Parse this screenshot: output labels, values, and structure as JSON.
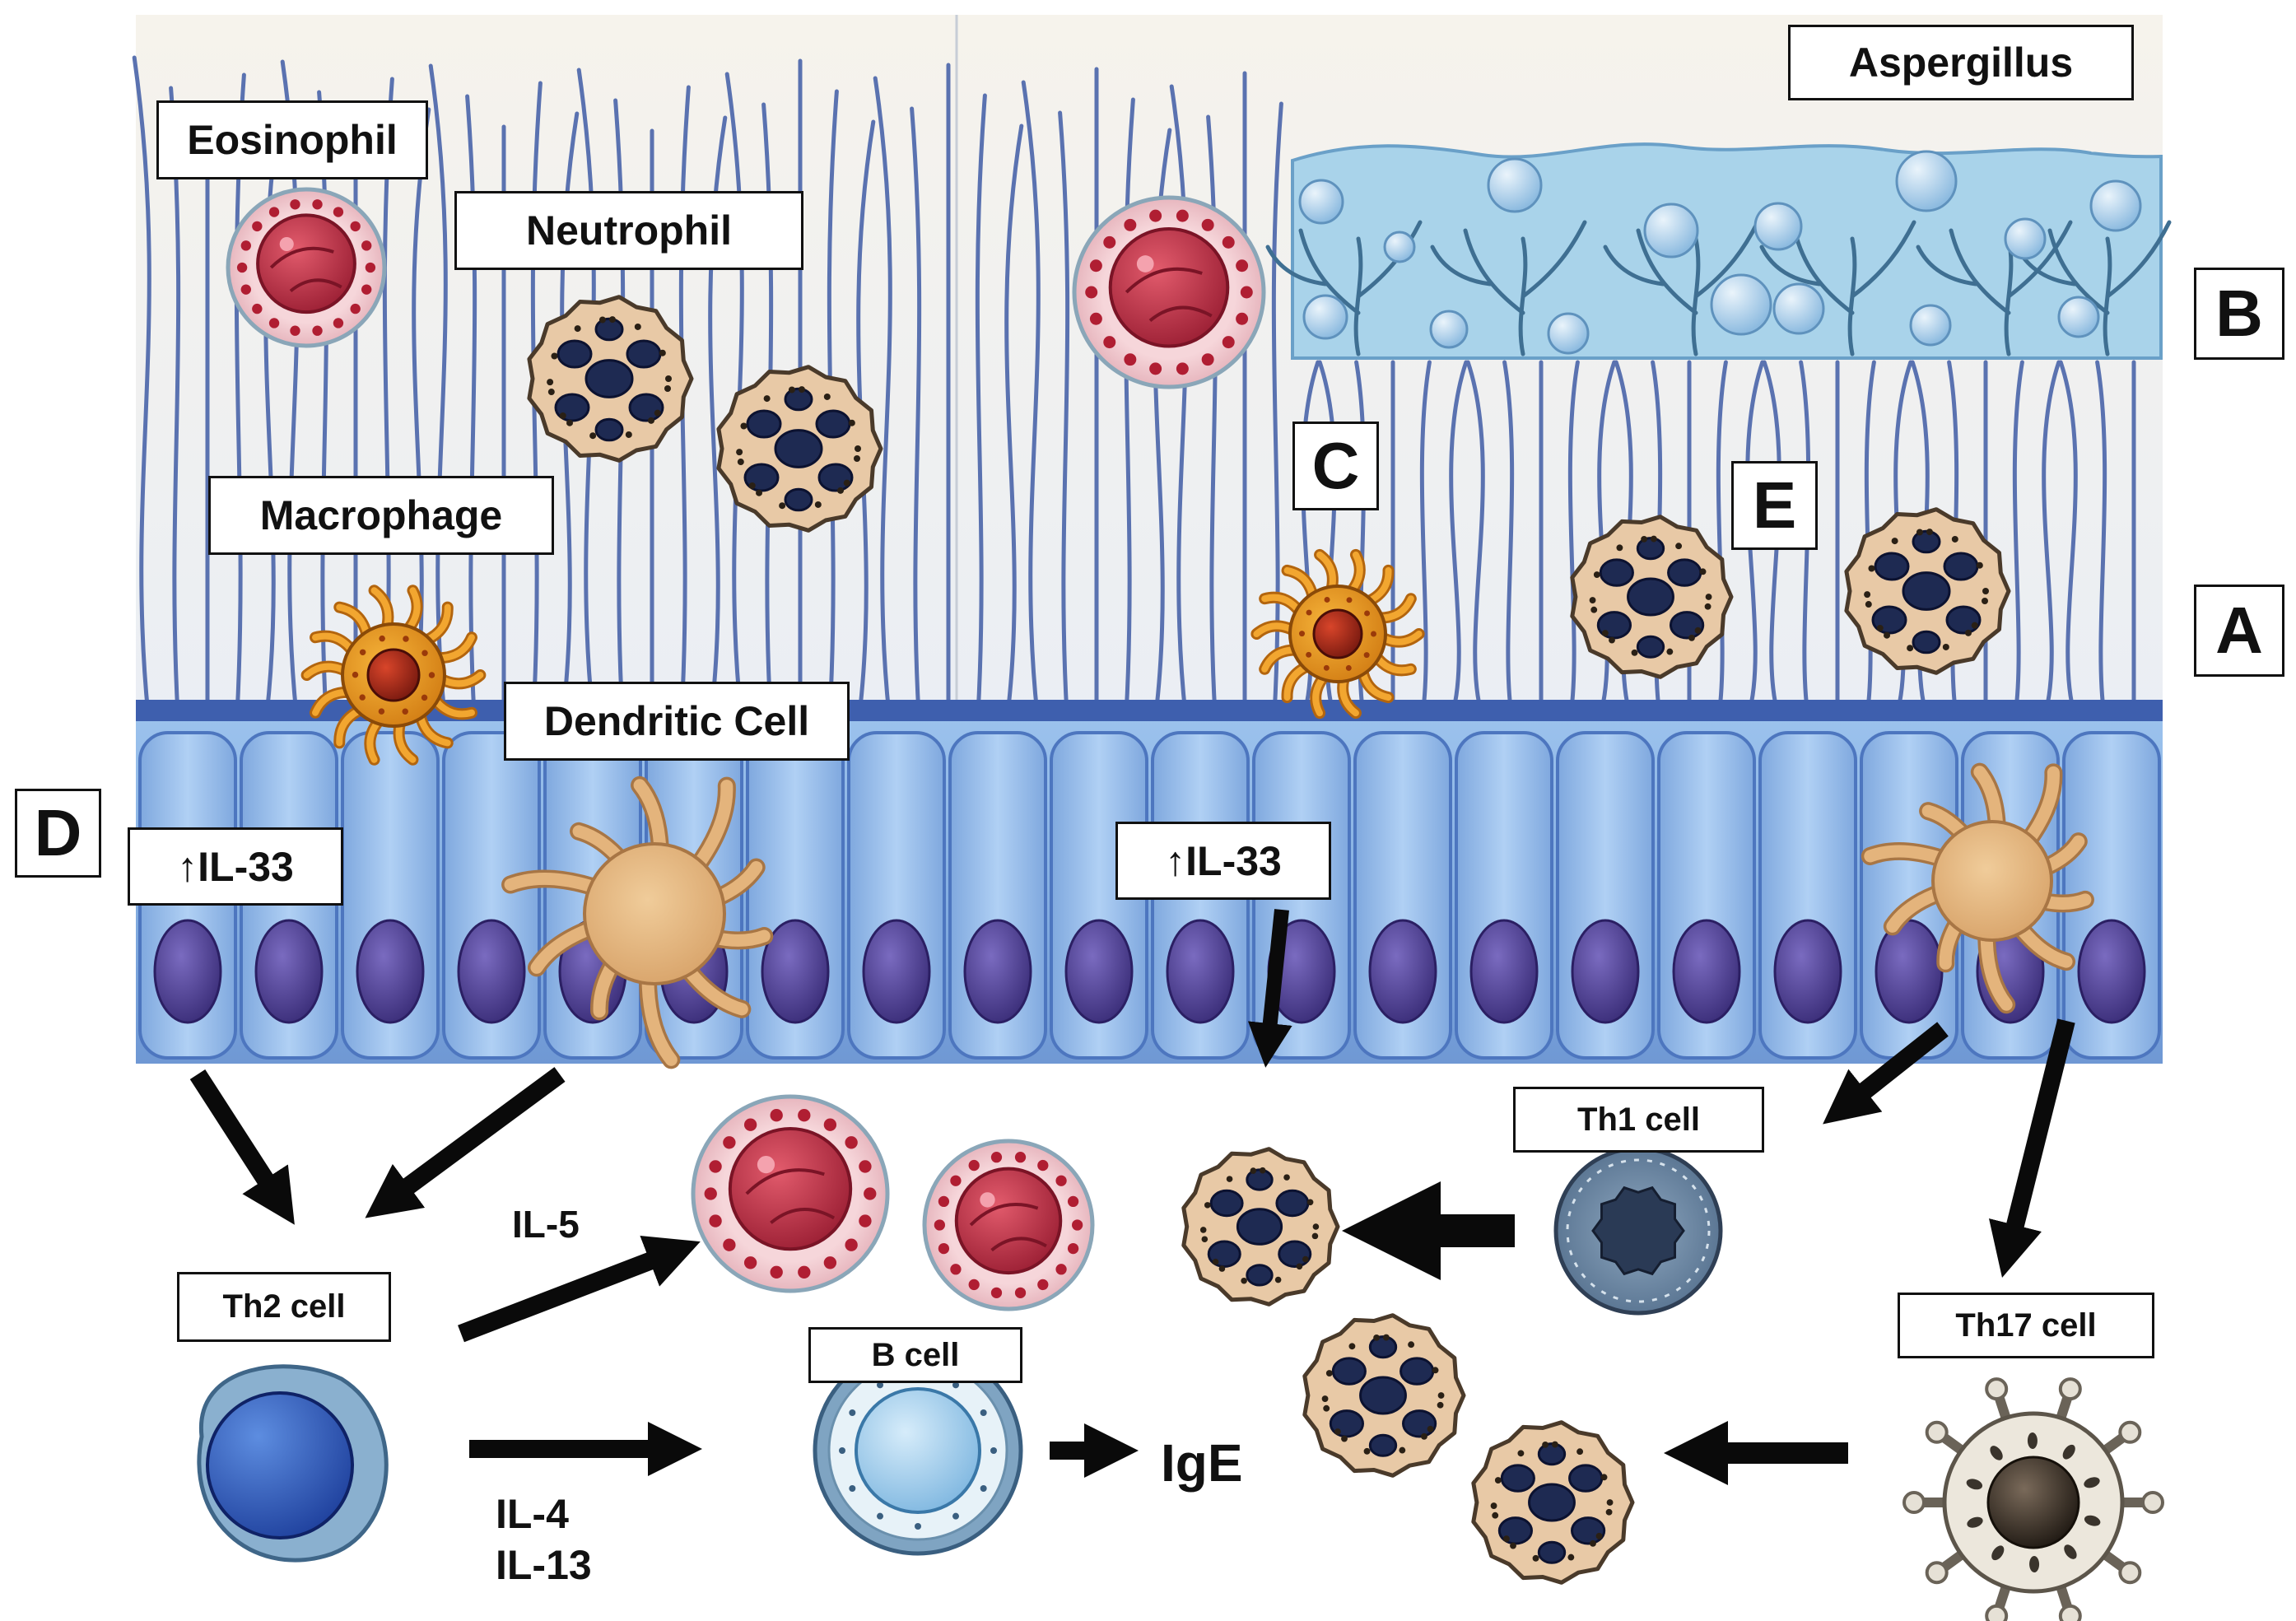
{
  "labels": {
    "eosinophil": "Eosinophil",
    "neutrophil": "Neutrophil",
    "macrophage": "Macrophage",
    "dendritic_cell": "Dendritic Cell",
    "aspergillus": "Aspergillus",
    "il33_left": "↑IL-33",
    "il33_right": "↑IL-33",
    "th1": "Th1 cell",
    "th2": "Th2 cell",
    "th17": "Th17 cell",
    "b_cell": "B cell",
    "il5": "IL-5",
    "il4": "IL-4",
    "il13": "IL-13",
    "ige": "IgE"
  },
  "region_letters": {
    "a": "A",
    "b": "B",
    "c": "C",
    "d": "D",
    "e": "E"
  },
  "colors": {
    "eosinophil_red": "#c43a4c",
    "neutrophil_tan": "#e8c9a6",
    "nucleus_navy": "#1e2a52",
    "macrophage_orange": "#e89a1e",
    "dendritic_tan": "#e4b47c",
    "epithelium_blue": "#8fb9e6",
    "cell_nucleus_purple": "#4a3b8c",
    "mucus_blue": "#a9d3ea",
    "cilia_blue": "#5a72b0"
  }
}
